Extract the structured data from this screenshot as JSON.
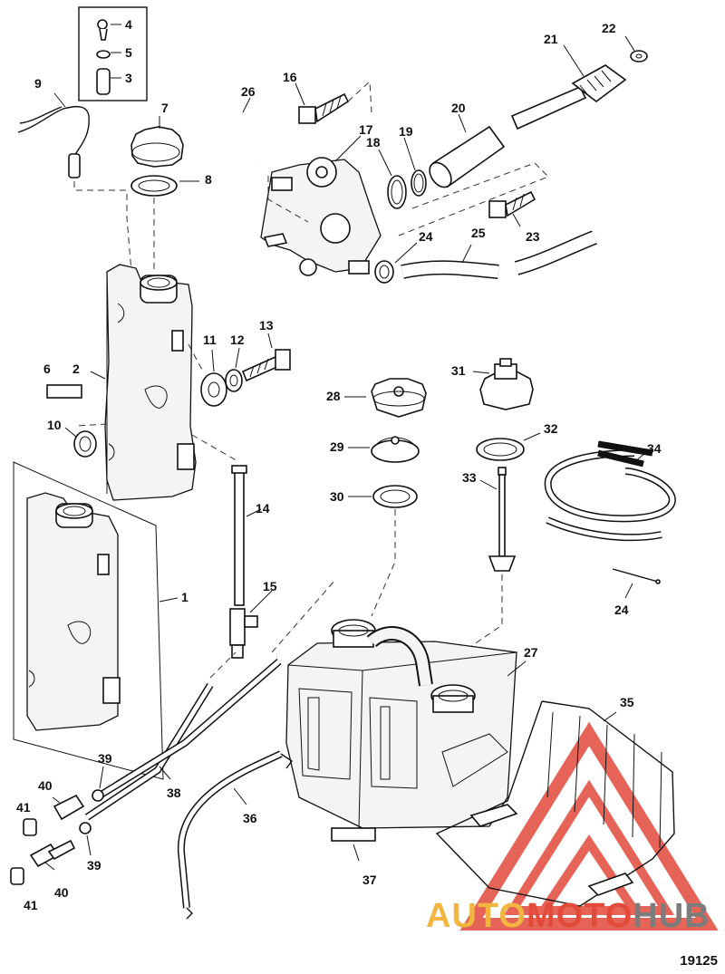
{
  "figure_number": "19125",
  "watermark": {
    "part1": "AUTO",
    "part2": "MOTO",
    "part3": "HUB"
  },
  "colors": {
    "watermark_red": "#e24a3a",
    "watermark_orange": "#f2b640",
    "watermark_gray": "#7c7c7c"
  },
  "callouts": [
    {
      "id": "4",
      "label": "4"
    },
    {
      "id": "5",
      "label": "5"
    },
    {
      "id": "3",
      "label": "3"
    },
    {
      "id": "9",
      "label": "9"
    },
    {
      "id": "7",
      "label": "7"
    },
    {
      "id": "8",
      "label": "8"
    },
    {
      "id": "26",
      "label": "26"
    },
    {
      "id": "16",
      "label": "16"
    },
    {
      "id": "17",
      "label": "17"
    },
    {
      "id": "18",
      "label": "18"
    },
    {
      "id": "19",
      "label": "19"
    },
    {
      "id": "20",
      "label": "20"
    },
    {
      "id": "21",
      "label": "21"
    },
    {
      "id": "22",
      "label": "22"
    },
    {
      "id": "23",
      "label": "23"
    },
    {
      "id": "24a",
      "label": "24"
    },
    {
      "id": "25",
      "label": "25"
    },
    {
      "id": "6",
      "label": "6"
    },
    {
      "id": "2",
      "label": "2"
    },
    {
      "id": "11",
      "label": "11"
    },
    {
      "id": "12",
      "label": "12"
    },
    {
      "id": "13",
      "label": "13"
    },
    {
      "id": "10",
      "label": "10"
    },
    {
      "id": "14",
      "label": "14"
    },
    {
      "id": "15",
      "label": "15"
    },
    {
      "id": "1",
      "label": "1"
    },
    {
      "id": "28",
      "label": "28"
    },
    {
      "id": "29",
      "label": "29"
    },
    {
      "id": "30",
      "label": "30"
    },
    {
      "id": "31",
      "label": "31"
    },
    {
      "id": "32",
      "label": "32"
    },
    {
      "id": "33",
      "label": "33"
    },
    {
      "id": "34",
      "label": "34"
    },
    {
      "id": "24b",
      "label": "24"
    },
    {
      "id": "27",
      "label": "27"
    },
    {
      "id": "35",
      "label": "35"
    },
    {
      "id": "39a",
      "label": "39"
    },
    {
      "id": "40a",
      "label": "40"
    },
    {
      "id": "38",
      "label": "38"
    },
    {
      "id": "36",
      "label": "36"
    },
    {
      "id": "41a",
      "label": "41"
    },
    {
      "id": "39b",
      "label": "39"
    },
    {
      "id": "40b",
      "label": "40"
    },
    {
      "id": "41b",
      "label": "41"
    },
    {
      "id": "37",
      "label": "37"
    }
  ]
}
